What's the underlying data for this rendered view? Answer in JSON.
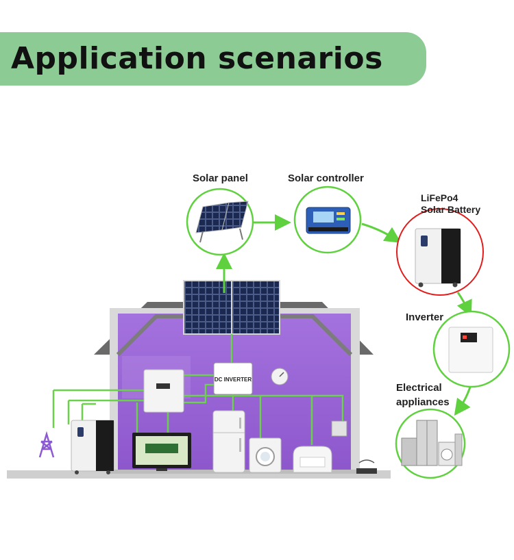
{
  "title": "Application scenarios",
  "labels": {
    "solar_panel": "Solar panel",
    "solar_controller": "Solar controller",
    "battery_line1": "LiFePo4",
    "battery_line2": "Solar Battery",
    "inverter": "Inverter",
    "appliances_line1": "Electrical",
    "appliances_line2": "appliances",
    "dc_inverter": "DC INVERTER"
  },
  "colors": {
    "banner": "#8ccb93",
    "arrow": "#5fd13f",
    "house_wall": "#9a63d6",
    "house_roof": "#6e6e6e",
    "battery_highlight": "#e21b1b"
  }
}
